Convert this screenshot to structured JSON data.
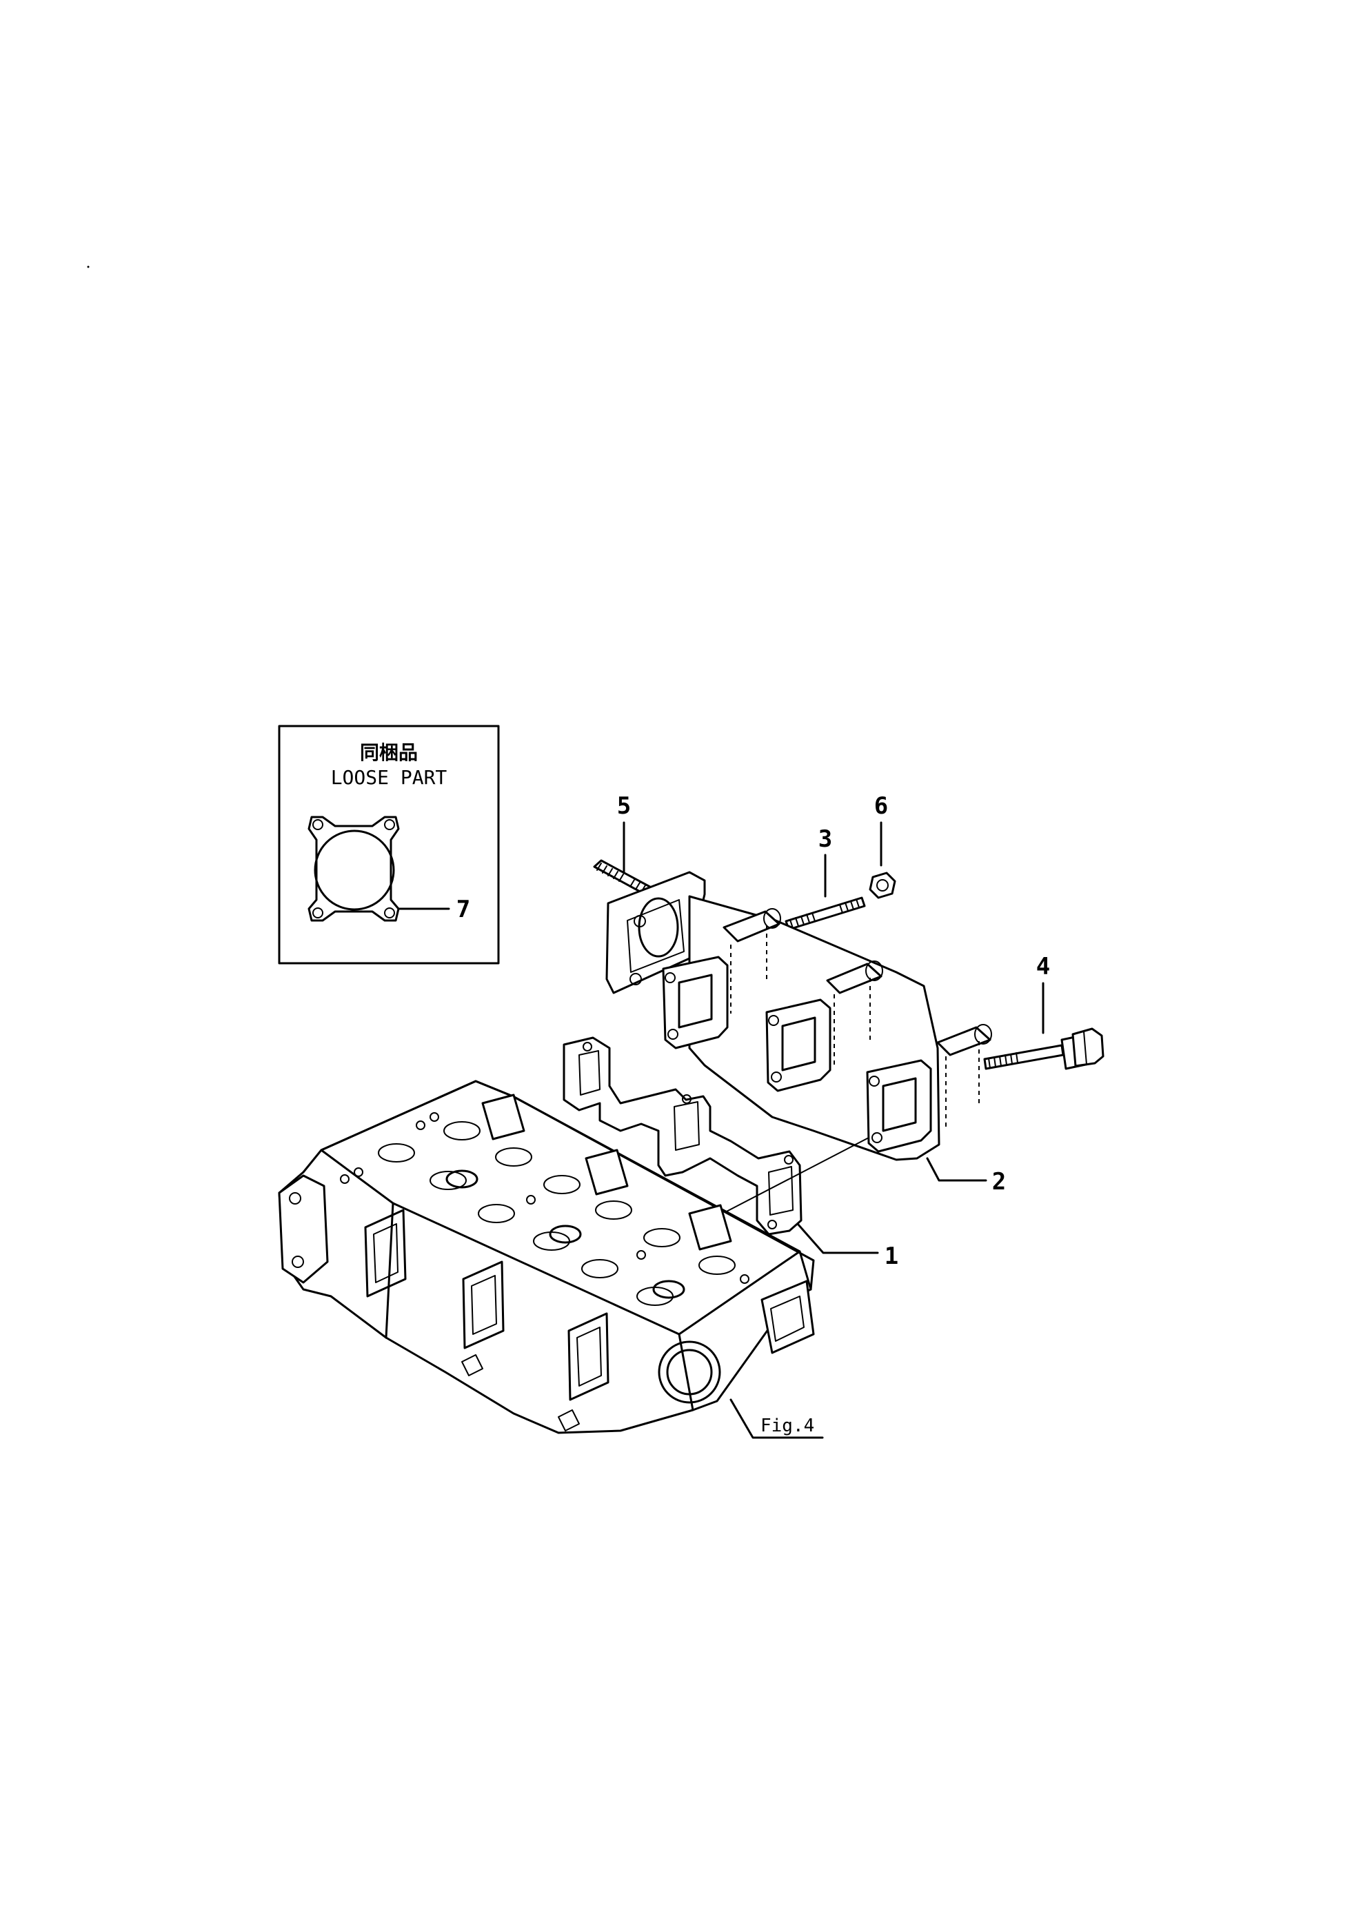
{
  "loose_part_box": {
    "title_jp": "同梱品",
    "title_en": "LOOSE PART"
  },
  "callouts": {
    "p1": "1",
    "p2": "2",
    "p3": "3",
    "p4": "4",
    "p5": "5",
    "p6": "6",
    "p7": "7"
  },
  "figure_ref": "Fig.4"
}
